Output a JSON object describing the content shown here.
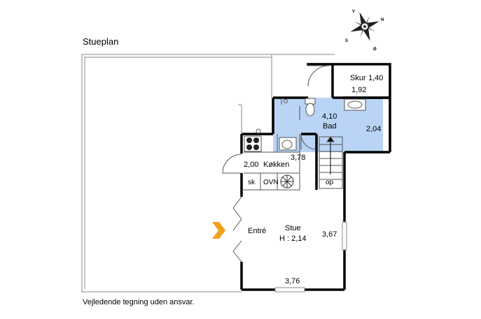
{
  "title": "Stueplan",
  "footer": "Vejledende tegning uden ansvar.",
  "compass": {
    "v": "V",
    "n": "N",
    "s": "S",
    "o": "Ø"
  },
  "rooms": {
    "skur": "Skur",
    "skur_w": "1,40",
    "skur_d": "1,92",
    "bad_dim": "4,10",
    "bad": "Bad",
    "bad_w": "2,04",
    "kitchen_dim": "3,78",
    "kitchen_w": "2,00",
    "kitchen": "Køkken",
    "sk": "sk",
    "ovn": "OVN",
    "op": "op",
    "entre": "Entré",
    "stue": "Stue",
    "height": "H : 2,14",
    "stue_d": "3,67",
    "stue_w": "3,76"
  },
  "colors": {
    "bath": "#b9d4f4",
    "wall": "#000000",
    "thin": "#888888",
    "entry_arrow": "#f0a21a"
  },
  "icons": [
    "compass-rose-icon",
    "entry-arrow-icon",
    "toilet-icon",
    "sink-icon",
    "stove-icon",
    "fan-icon"
  ]
}
